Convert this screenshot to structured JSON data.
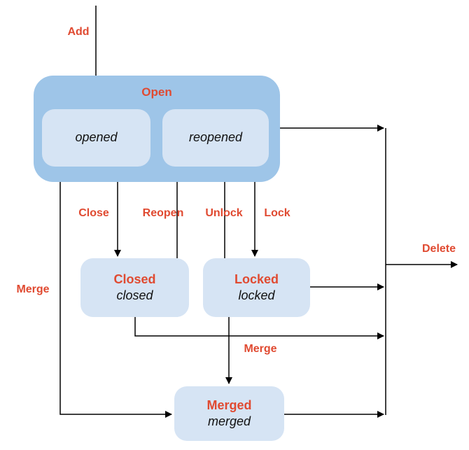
{
  "diagram": {
    "type": "state-diagram",
    "background": "#ffffff",
    "colors": {
      "group_fill": "#9ec5e8",
      "state_fill": "#d6e4f4",
      "accent_text": "#e04a31",
      "state_text": "#111111",
      "line": "#000000"
    },
    "nodes": {
      "open": {
        "label": "Open"
      },
      "opened": {
        "label": "opened"
      },
      "reopened": {
        "label": "reopened"
      },
      "closed": {
        "title": "Closed",
        "subtitle": "closed"
      },
      "locked": {
        "title": "Locked",
        "subtitle": "locked"
      },
      "merged": {
        "title": "Merged",
        "subtitle": "merged"
      }
    },
    "edge_labels": {
      "add": "Add",
      "close": "Close",
      "reopen": "Reopen",
      "unlock": "Unlock",
      "lock": "Lock",
      "merge_left": "Merge",
      "merge_mid": "Merge",
      "delete": "Delete"
    },
    "edges": [
      {
        "label": "Add",
        "from": "start",
        "to": "opened"
      },
      {
        "label": "Close",
        "from": "Open",
        "to": "Closed"
      },
      {
        "label": "Reopen",
        "from": "Closed",
        "to": "reopened"
      },
      {
        "label": "Lock",
        "from": "Open",
        "to": "Locked"
      },
      {
        "label": "Unlock",
        "from": "Locked",
        "to": "reopened"
      },
      {
        "label": "Merge",
        "from": "Open",
        "to": "Merged"
      },
      {
        "label": "Merge",
        "from": "Locked",
        "to": "Merged"
      },
      {
        "label": "Delete",
        "from": "Open, Closed, Locked, Merged",
        "to": "end"
      }
    ]
  }
}
